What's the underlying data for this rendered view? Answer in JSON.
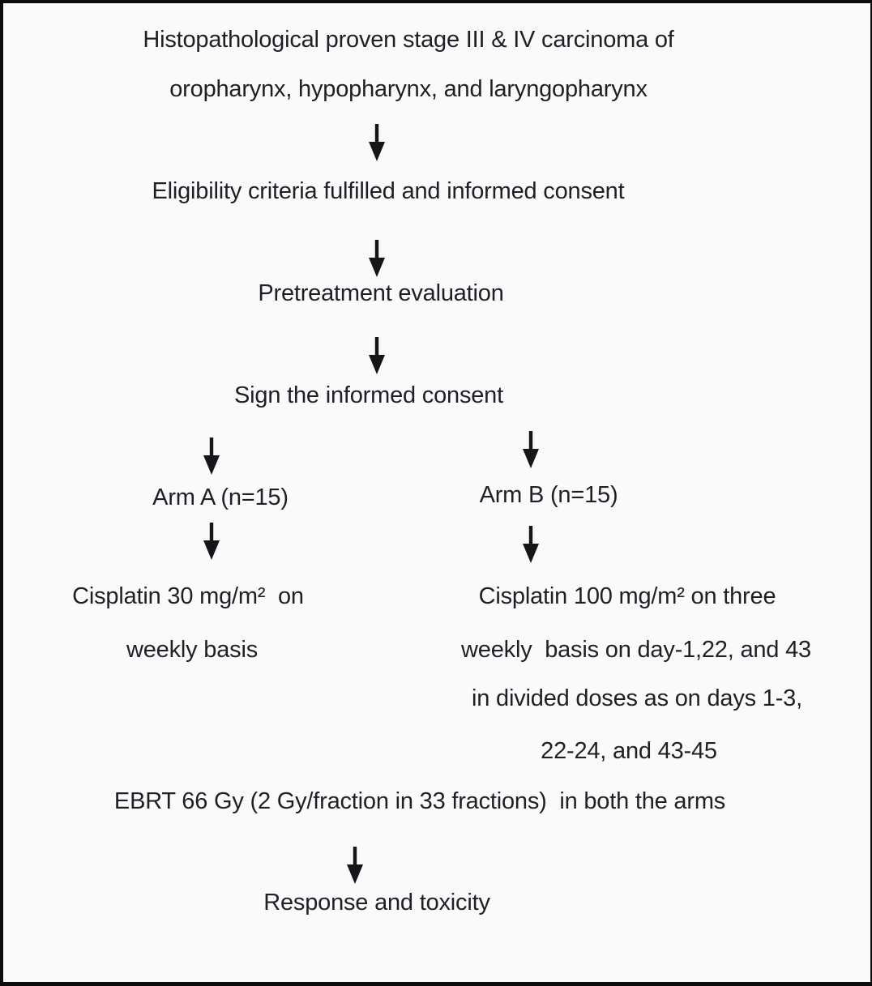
{
  "flowchart": {
    "title_line1": "Histopathological proven stage III & IV carcinoma of",
    "title_line2": "oropharynx, hypopharynx, and laryngopharynx",
    "step_eligibility": "Eligibility criteria fulfilled and informed consent",
    "step_pretreatment": "Pretreatment evaluation",
    "step_sign_consent": "Sign the informed consent",
    "arm_a": {
      "label": "Arm A (n=15)",
      "treatment_line1": "Cisplatin 30 mg/m²  on",
      "treatment_line2": "weekly basis"
    },
    "arm_b": {
      "label": "Arm B (n=15)",
      "treatment_line1": "Cisplatin 100 mg/m² on three",
      "treatment_line2": "weekly  basis on day-1,22, and 43",
      "treatment_line3": "in divided doses as on days 1-3,",
      "treatment_line4": "22-24, and 43-45"
    },
    "step_ebrt": "EBRT 66 Gy (2 Gy/fraction in 33 fractions)  in both the arms",
    "step_outcome": "Response and toxicity"
  },
  "colors": {
    "background": "#fafafa",
    "border": "#0d0d0d",
    "text": "#1e2027",
    "arrow": "#15161a"
  }
}
